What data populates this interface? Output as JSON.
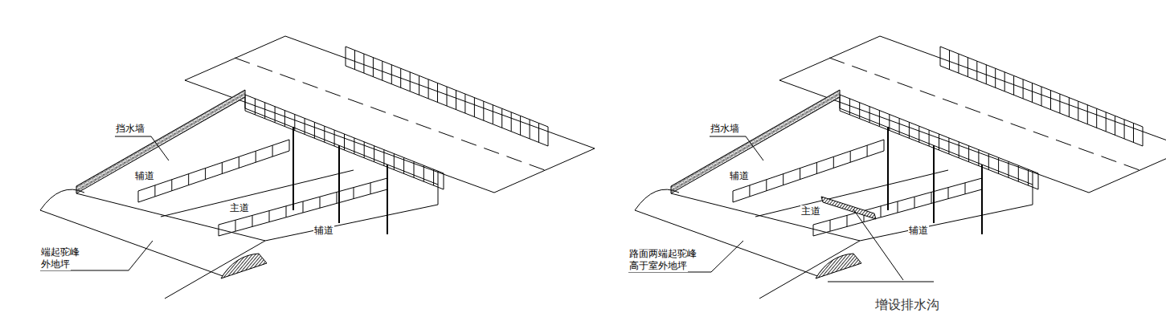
{
  "diagram": {
    "labels": [
      "挡水墙",
      "辅道",
      "主道",
      "辅道",
      "端起驼峰",
      "外地坪",
      "挡水墙",
      "辅道",
      "主道",
      "辅道",
      "路面两端起驼峰",
      "高于室外地坪",
      "增设排水沟"
    ]
  }
}
